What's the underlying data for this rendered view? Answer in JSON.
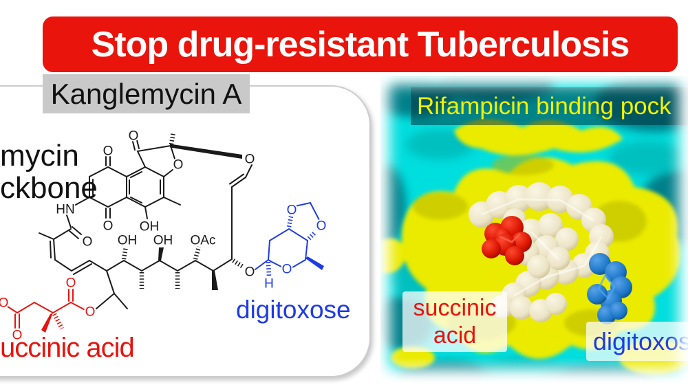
{
  "banner": {
    "title": "Stop drug-resistant Tuberculosis",
    "bg_color": "#e9140b",
    "text_color": "#ffffff"
  },
  "left_panel": {
    "title": "Kanglemycin A",
    "backbone_label": {
      "line1": "mycin",
      "line2": "ckbone"
    },
    "digitoxose_label": "digitoxose",
    "succinic_label": "uccinic acid",
    "structure_colors": {
      "backbone": "#1a1a1a",
      "succinic": "#e8130c",
      "digitoxose": "#1f3be3"
    },
    "atom_labels": {
      "furanone_carbonyl_o": "O",
      "quinone_top_o": "O",
      "furanone_ring_o": "O",
      "ansa_ether_o": "O",
      "amide_hn": "HN",
      "quinone_bottom_o": "O",
      "phenol_oh": "OH",
      "amide_o": "O",
      "chain_oh_1": "OH",
      "chain_oh_2": "OH",
      "chain_oac": "OAc",
      "glycosidic_o": "O",
      "sugar_ring_o": "O",
      "sugar_anomeric_h": "H",
      "dioxolane_o1": "O",
      "dioxolane_o2": "O",
      "acid_terminal_o": "O",
      "acid_carbonyl_o": "O",
      "ester_carbonyl_o": "O",
      "ester_o": "O"
    }
  },
  "right_panel": {
    "title": "Rifampicin binding pock",
    "succinic_label": {
      "line1": "succinic",
      "line2": "acid"
    },
    "digitoxose_label": "digitoxos",
    "title_color": "#f2f200",
    "surface_colors": {
      "cyan": "#00dede",
      "yellow": "#ebeb00",
      "deep_teal": "#00707c"
    },
    "ligand_colors": {
      "body": "#ece4c6",
      "succinic": "#d81400",
      "digitoxose": "#1e78c8"
    }
  }
}
